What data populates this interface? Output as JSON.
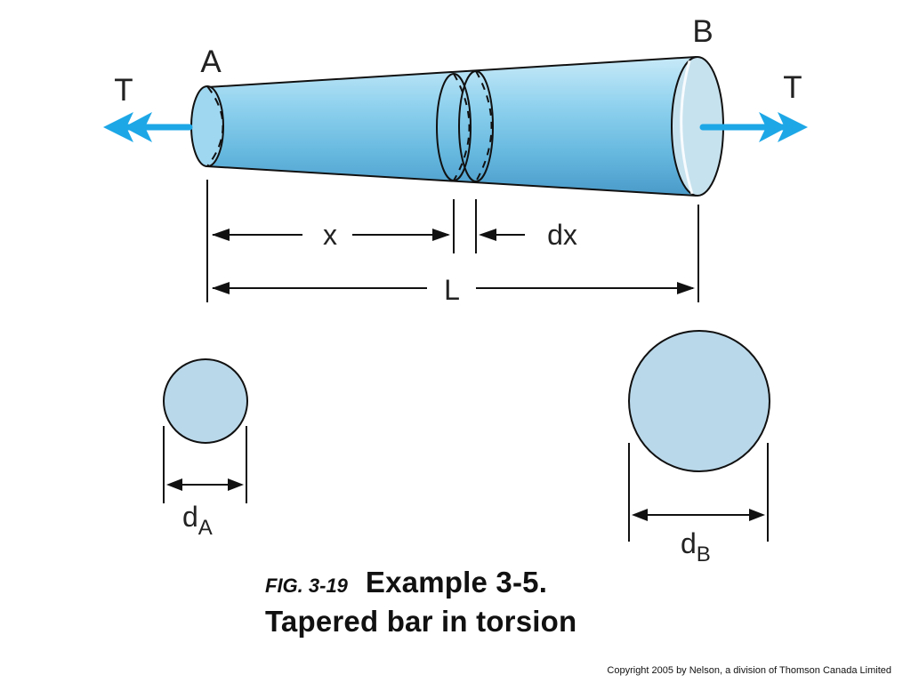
{
  "diagram": {
    "labels": {
      "end_a": "A",
      "end_b": "B",
      "torque_left": "T",
      "torque_right": "T",
      "position": "x",
      "increment": "dx",
      "length": "L"
    },
    "diameters": {
      "a": {
        "symbol": "d",
        "subscript": "A"
      },
      "b": {
        "symbol": "d",
        "subscript": "B"
      }
    },
    "colors": {
      "bar_fill": "#7fcbe8",
      "bar_dark": "#5aa8cf",
      "section_fill": "#b9d8ea",
      "arrow": "#1ea7e7",
      "line": "#111111"
    },
    "icons": {
      "left_torque": "double-arrow-left-icon",
      "right_torque": "double-arrow-right-icon"
    }
  },
  "caption": {
    "figure_number": "FIG. 3-19",
    "example": "Example 3-5.",
    "title": "Tapered bar in torsion"
  },
  "copyright": "Copyright 2005 by Nelson, a division of Thomson Canada Limited"
}
